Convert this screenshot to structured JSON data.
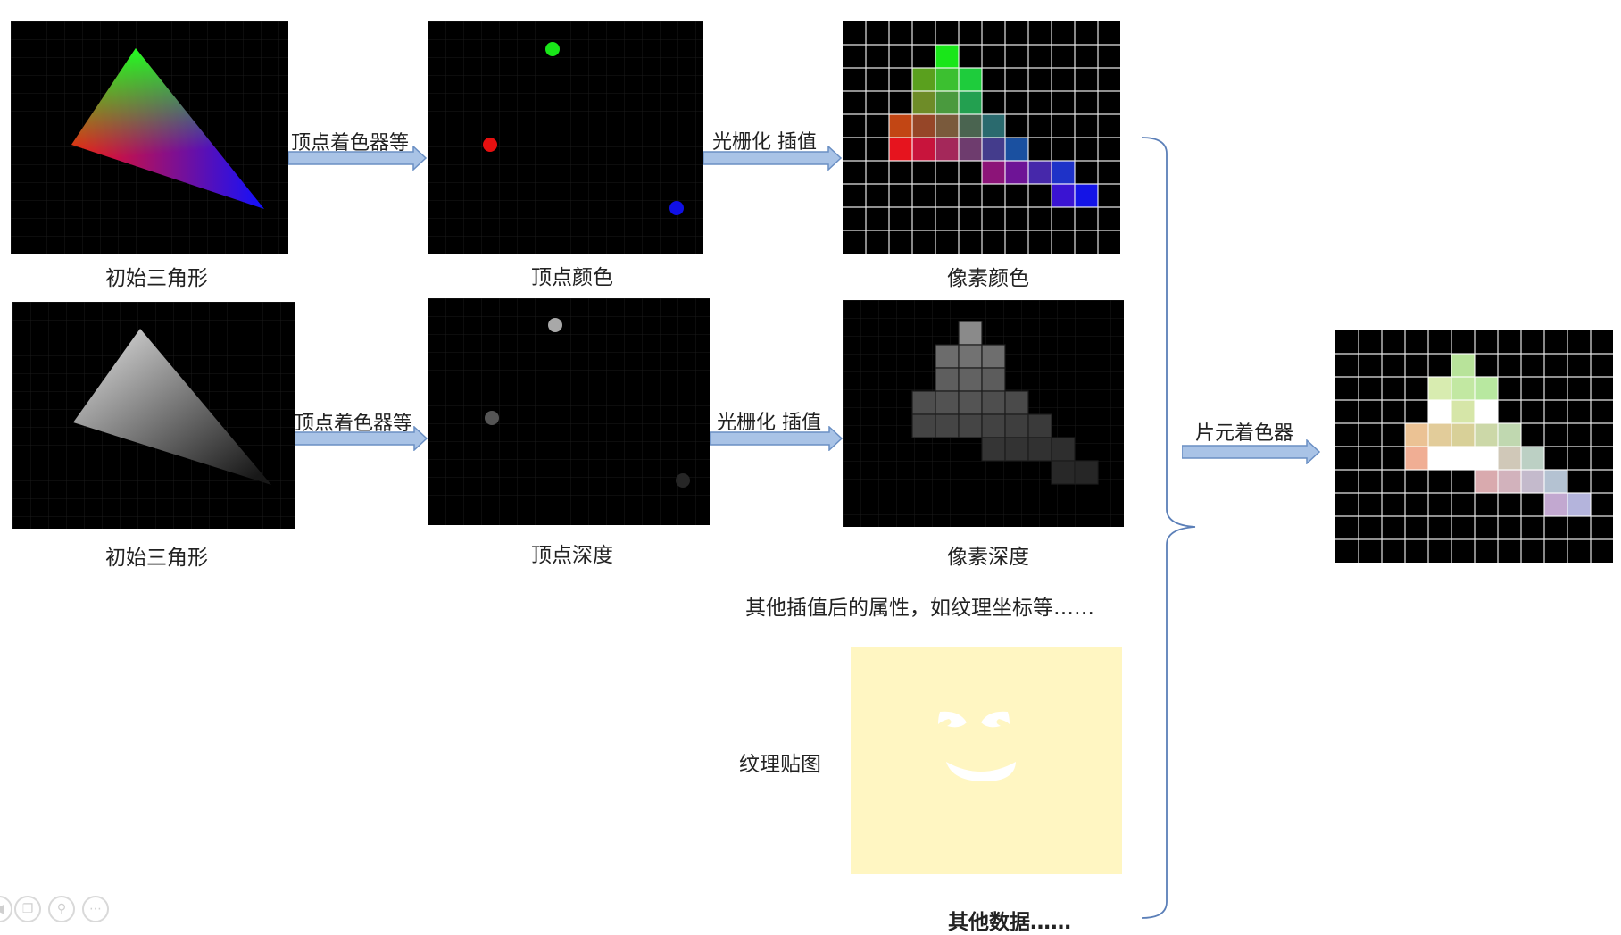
{
  "labels": {
    "init_tri_top": "初始三角形",
    "vertex_color": "顶点颜色",
    "pixel_color": "像素颜色",
    "init_tri_bottom": "初始三角形",
    "vertex_depth": "顶点深度",
    "pixel_depth": "像素深度",
    "other_attrs": "其他插值后的属性，如纹理坐标等……",
    "texture_map": "纹理贴图",
    "other_data": "其他数据……"
  },
  "arrows": {
    "vertex_shader_top": "顶点着色器等",
    "raster_top": "光栅化 插值",
    "vertex_shader_bottom": "顶点着色器等",
    "raster_bottom": "光栅化 插值",
    "fragment_shader": "片元着色器"
  },
  "colors": {
    "panel_bg": "#000000",
    "arrow_fill": "#a9c3e6",
    "arrow_stroke": "#6a8fc4",
    "brace": "#5b7fb8",
    "texture_bg": "#fff6c2"
  },
  "icons": [
    "prev-icon",
    "copy-icon",
    "zoom-icon",
    "more-icon"
  ]
}
